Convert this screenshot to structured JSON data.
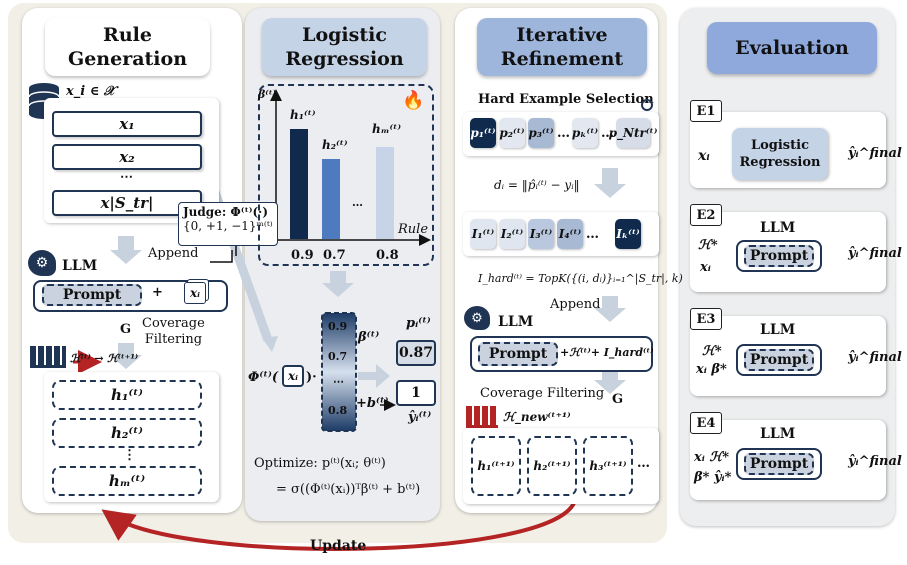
{
  "colors": {
    "dark_navy": "#0f2a4d",
    "mid_blue": "#4e7bbf",
    "light_blue": "#c7d3e6",
    "arrow_gray": "#c8d2de",
    "update_arrow": "#b42424"
  },
  "rule_gen": {
    "title": "Rule\nGeneration",
    "db_label": "x_i ∈ 𝒳",
    "items": [
      "x₁",
      "x₂",
      "⋯",
      "x|S_tr|"
    ],
    "append": "Append",
    "llm": "LLM",
    "prompt": "Prompt",
    "plus": "+",
    "x_doc": "xᵢ",
    "g": "G",
    "coverage": "Coverage\nFiltering",
    "rule_update": "ℋ⁽ᵗ⁾ → ℋ⁽ᵗ⁺¹⁾",
    "rules": [
      "h₁⁽ᵗ⁾",
      "h₂⁽ᵗ⁾",
      "⋮",
      "hₘ⁽ᵗ⁾"
    ]
  },
  "judge": {
    "label": "Judge: Φ⁽ᵗ⁾(·)",
    "range": "{0, +1, −1}ᵐ⁽ᵗ⁾"
  },
  "logreg": {
    "title": "Logistic\nRegression",
    "axis_y": "β⁽ᵗ⁾",
    "axis_x": "Rule",
    "bar_labels": [
      "h₁⁽ᵗ⁾",
      "h₂⁽ᵗ⁾",
      "…",
      "hₘ⁽ᵗ⁾"
    ],
    "bar_values_text": [
      "0.9",
      "0.7",
      "",
      "0.8"
    ],
    "phi": "Φ⁽ᵗ⁾(",
    "phi_x": "xᵢ",
    "phi_close": ")·",
    "vec": [
      "0.9",
      "0.7",
      "⋯",
      "0.8"
    ],
    "beta": "β⁽ᵗ⁾",
    "bias": "+b⁽ᵗ⁾",
    "p_label": "pᵢ⁽ᵗ⁾",
    "p_value": "0.87",
    "y_value": "1",
    "y_label": "ŷᵢ⁽ᵗ⁾",
    "optimize1": "Optimize: p⁽ᵗ⁾(xᵢ; θ⁽ᵗ⁾)",
    "optimize2": "= σ((Φ⁽ᵗ⁾(xᵢ))ᵀβ⁽ᵗ⁾ + b⁽ᵗ⁾)"
  },
  "refine": {
    "title": "Iterative\nRefinement",
    "hard": "Hard Example Selection",
    "p_tokens": [
      "p₁⁽ᵗ⁾",
      "p₂⁽ᵗ⁾",
      "p₃⁽ᵗ⁾",
      "…",
      "pₖ⁽ᵗ⁾",
      "…",
      "p_Ntr⁽ᵗ⁾"
    ],
    "di": "dᵢ = ‖p̂ᵢ⁽ᵗ⁾ − yᵢ‖",
    "i_tokens": [
      "I₁⁽ᵗ⁾",
      "I₂⁽ᵗ⁾",
      "I₃⁽ᵗ⁾",
      "I₄⁽ᵗ⁾",
      "…",
      "Iₖ⁽ᵗ⁾"
    ],
    "topk": "I_hard⁽ᵗ⁾ = TopK({(i, dᵢ)}ᵢ₌₁^|S_tr|, k)",
    "append": "Append",
    "llm": "LLM",
    "prompt": "Prompt",
    "prompt_plus": "+ℋ⁽ᵗ⁾+ I_hard⁽ᵗ⁾",
    "coverage": "Coverage Filtering",
    "g": "G",
    "new_rules": "ℋ_new⁽ᵗ⁺¹⁾",
    "rules": [
      "h₁⁽ᵗ⁺¹⁾",
      "h₂⁽ᵗ⁺¹⁾",
      "h₃⁽ᵗ⁺¹⁾",
      "…"
    ]
  },
  "eval": {
    "title": "Evaluation",
    "e1": {
      "tag": "E1",
      "in": "xᵢ",
      "box": "Logistic\nRegression",
      "out": "ŷᵢ^final"
    },
    "e2": {
      "tag": "E2",
      "llm": "LLM",
      "in1": "ℋ*",
      "in2": "xᵢ",
      "prompt": "Prompt",
      "out": "ŷᵢ^final"
    },
    "e3": {
      "tag": "E3",
      "llm": "LLM",
      "in1": "ℋ*",
      "in2": "xᵢ β*",
      "prompt": "Prompt",
      "out": "ŷᵢ^final"
    },
    "e4": {
      "tag": "E4",
      "llm": "LLM",
      "in1": "xᵢ ℋ*",
      "in2": "β* ŷᵢ*",
      "prompt": "Prompt",
      "out": "ŷᵢ^final"
    }
  },
  "update": "Update"
}
